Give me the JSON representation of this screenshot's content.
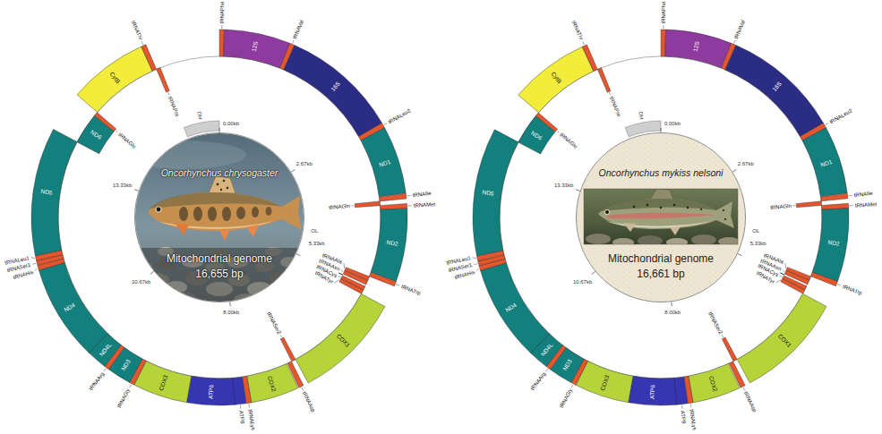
{
  "diagram": {
    "nodes": [
      {
        "text": [
          "Oncorhynchus chrysogaster",
          "Mitochondrial genome",
          "16,655 bp"
        ]
      },
      {
        "text": [
          "Oncorhynchus mykiss nelsoni",
          "Mitochondrial genome",
          "16,661 bp"
        ]
      }
    ],
    "labels": [
      "tRNAPhe",
      "12S",
      "tRNAVal",
      "16S",
      "tRNALeu2",
      "ND1",
      "tRNAIle",
      "tRNAGln",
      "tRNAMet",
      "ND2",
      "tRNATrp",
      "tRNAAla",
      "tRNAAsn",
      "tRNACys",
      "tRNATyr",
      "COX1",
      "tRNASer2",
      "tRNAAsp",
      "COX2",
      "tRNALys",
      "ATP8",
      "ATP6",
      "COX3",
      "tRNAGly",
      "ND3",
      "tRNAArg",
      "ND4L",
      "ND4",
      "tRNAHis",
      "tRNASer1",
      "tRNALeu1",
      "ND5",
      "ND6",
      "tRNAGlu",
      "CytB",
      "tRNAThr",
      "tRNAPro",
      "0.00kb",
      "2.67kb",
      "5.33kb",
      "8.00kb",
      "10.67kb",
      "13.33kb",
      "OH",
      "OL",
      "tRNAPhe",
      "12S",
      "tRNAVal",
      "16S",
      "tRNALeu2",
      "ND1",
      "tRNAIle",
      "tRNAGln",
      "tRNAMet",
      "ND2",
      "tRNATrp",
      "tRNAAla",
      "tRNAAsn",
      "tRNACys",
      "tRNATyr",
      "COX1",
      "tRNASer2",
      "tRNAAsp",
      "COX2",
      "tRNALys",
      "ATP8",
      "ATP6",
      "COX3",
      "tRNAGly",
      "ND3",
      "tRNAArg",
      "ND4L",
      "ND4",
      "tRNAHis",
      "tRNASer1",
      "tRNALeu1",
      "ND5",
      "ND6",
      "tRNAGlu",
      "CytB",
      "tRNAThr",
      "tRNAPro",
      "0.00kb",
      "2.67kb",
      "5.33kb",
      "8.00kb",
      "10.67kb",
      "13.33kb",
      "OH",
      "OL"
    ]
  }
}
